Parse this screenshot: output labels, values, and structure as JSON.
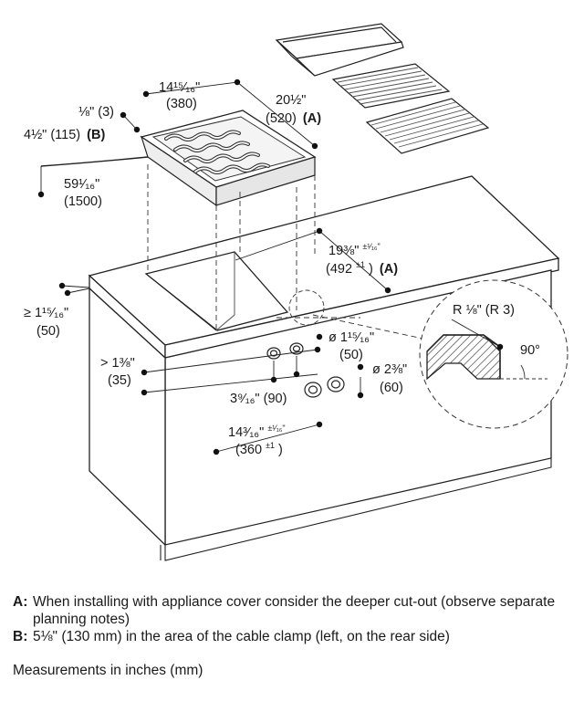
{
  "dims": {
    "width_in": "14¹⁵⁄₁₆\"",
    "width_mm": "(380)",
    "depth_in": "20½\"",
    "depth_mm": "(520)",
    "depth_key": "(A)",
    "thickness_in": "⅛\" (3)",
    "height_in": "4½\" (115)",
    "height_key": "(B)",
    "cable_in": "59¹⁄₁₆\"",
    "cable_mm": "(1500)",
    "cutout_depth_in": "19⅜\"",
    "cutout_depth_tol": "±¹⁄₁₆\"",
    "cutout_depth_mm": "(492",
    "cutout_depth_mm_tol": "±1",
    "cutout_depth_mm_close": ")",
    "cutout_depth_key": "(A)",
    "worktop_in": "≥ 1¹⁵⁄₁₆\"",
    "worktop_mm": "(50)",
    "knob_offset_in": "> 1⅜\"",
    "knob_offset_mm": "(35)",
    "knob_dia_in": "ø 1¹⁵⁄₁₆\"",
    "knob_dia_mm": "(50)",
    "hole_dia_in": "ø 2⅜\"",
    "hole_dia_mm": "(60)",
    "knob_spacing": "3⁹⁄₁₆\" (90)",
    "cutout_width_in": "14³⁄₁₆\"",
    "cutout_width_tol": "±¹⁄₁₆\"",
    "cutout_width_mm": "(360",
    "cutout_width_mm_tol": "±1",
    "cutout_width_mm_close": ")",
    "radius": "R ⅛\" (R 3)",
    "angle": "90°"
  },
  "notes": [
    {
      "key": "A:",
      "text": "When installing with appliance cover consider the deeper cut-out (observe separate planning notes)"
    },
    {
      "key": "B:",
      "text": "5⅛\" (130 mm) in the area of the cable clamp (left, on the rear side)"
    }
  ],
  "measurements_note": "Measurements in inches (mm)"
}
